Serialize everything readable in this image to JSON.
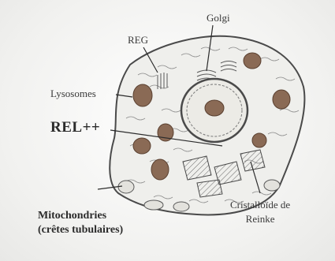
{
  "labels": {
    "golgi": "Golgi",
    "reg": "REG",
    "lysosomes": "Lysosomes",
    "rel": "REL++",
    "mito_line1": "Mitochondries",
    "mito_line2": "(crêtes tubulaires)",
    "crist_line1": "Cristalloïde de",
    "crist_line2": "Reinke"
  },
  "colors": {
    "granule": "#8a6a55",
    "outline": "#4a4a4a",
    "text": "#3a3a3a"
  }
}
